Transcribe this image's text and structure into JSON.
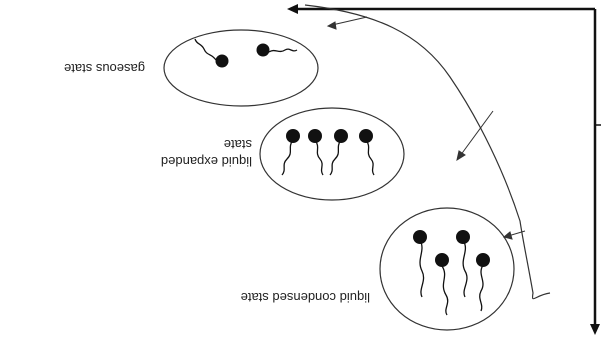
{
  "orientation": "rotated-180",
  "colors": {
    "ink": "#111111",
    "molecule_head": "#111111",
    "background": "#ffffff"
  },
  "states": [
    {
      "id": "gaseous",
      "label_lines": [
        "gaseous state"
      ],
      "molecules": 2
    },
    {
      "id": "liquid-expanded",
      "label_lines": [
        "liquid expanded",
        "state"
      ],
      "molecules": 4
    },
    {
      "id": "liquid-condensed",
      "label_lines": [
        "liquid condensed state"
      ],
      "molecules": 4
    }
  ],
  "axes": {
    "x_label": "",
    "y_label": ""
  }
}
